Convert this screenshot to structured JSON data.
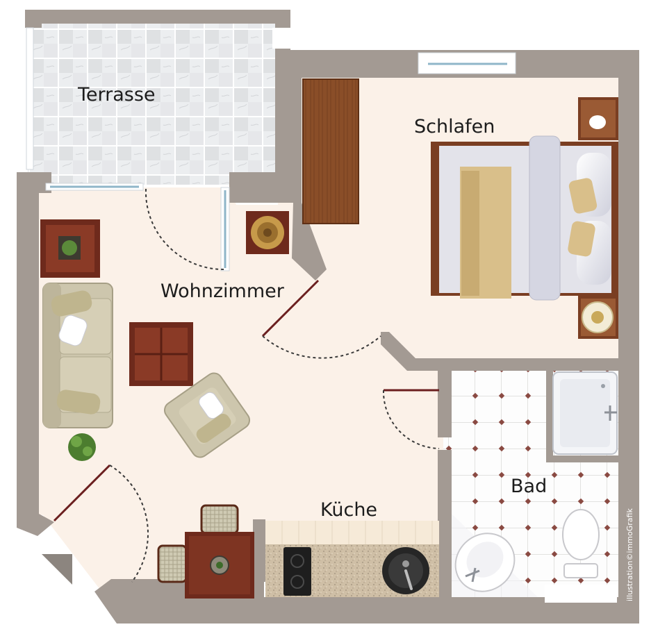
{
  "rooms": {
    "terrace": "Terrasse",
    "bedroom": "Schlafen",
    "living": "Wohnzimmer",
    "kitchen": "Küche",
    "bath": "Bad"
  },
  "credit": "illustration©immoGrafik",
  "colors": {
    "wall": "#a39a93",
    "floor": "#fbf1e8",
    "terrace_tile": "#e3e4e6",
    "bath_tile": "#fdfdfd",
    "bath_dot": "#8a4a42",
    "wood_dark": "#6e2a1c",
    "wood_warm": "#8a4e28",
    "sofa": "#cdc6ad",
    "blanket": "#d9bf8a",
    "linen": "#dcdde6",
    "counter": "#cfbfa6"
  },
  "icons": {
    "door_swing": "door-swing-icon",
    "window": "window-icon",
    "plant": "plant-icon"
  }
}
